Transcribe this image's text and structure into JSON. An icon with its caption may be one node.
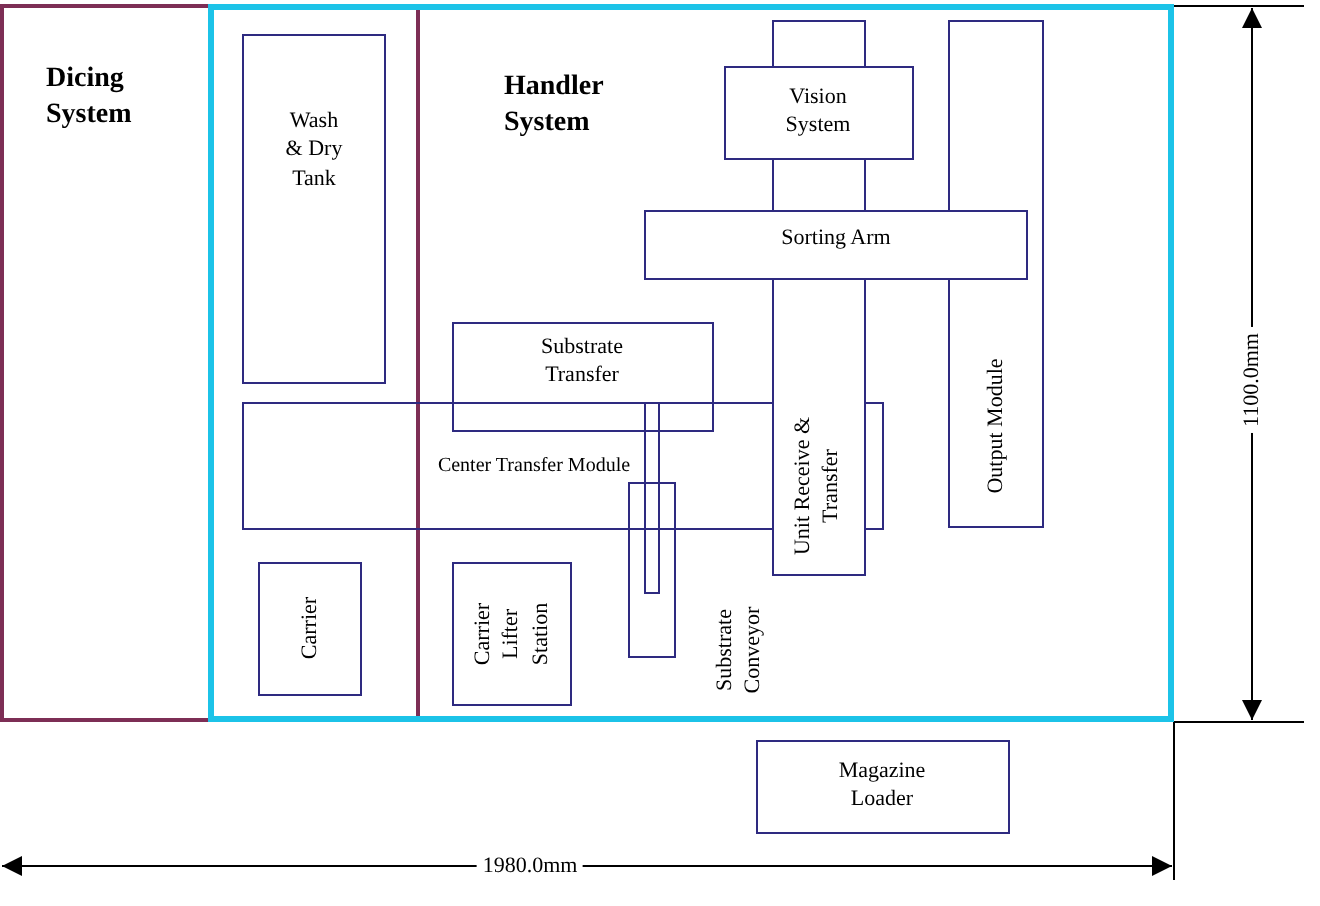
{
  "diagram": {
    "nodes": [
      {
        "text": [
          "Dicing System"
        ]
      },
      {
        "text": [
          "Handler System"
        ]
      },
      {
        "text": [
          "Wash & Dry Tank"
        ]
      },
      {
        "text": [
          "Vision System"
        ],
        "in": 1
      },
      {
        "text": [
          "Sorting Arm"
        ],
        "in": 1
      },
      {
        "text": [
          "Unit Receive & Transfer"
        ],
        "in": 1
      },
      {
        "text": [
          "Output Module"
        ],
        "in": 1
      },
      {
        "text": [
          "Substrate Transfer"
        ],
        "in": 1
      },
      {
        "text": [
          "Center Transfer Module"
        ],
        "in": 1
      },
      {
        "text": [],
        "shape": "bar",
        "in": 1
      },
      {
        "text": [
          "Substrate Conveyor"
        ],
        "in": 1
      },
      {
        "text": [
          "Carrier"
        ]
      },
      {
        "text": [
          "Carrier Lifter Station"
        ],
        "in": 1
      },
      {
        "text": [
          "Magazine Loader"
        ]
      }
    ],
    "labels": [
      "1100.0mm",
      "1980.0mm"
    ]
  }
}
